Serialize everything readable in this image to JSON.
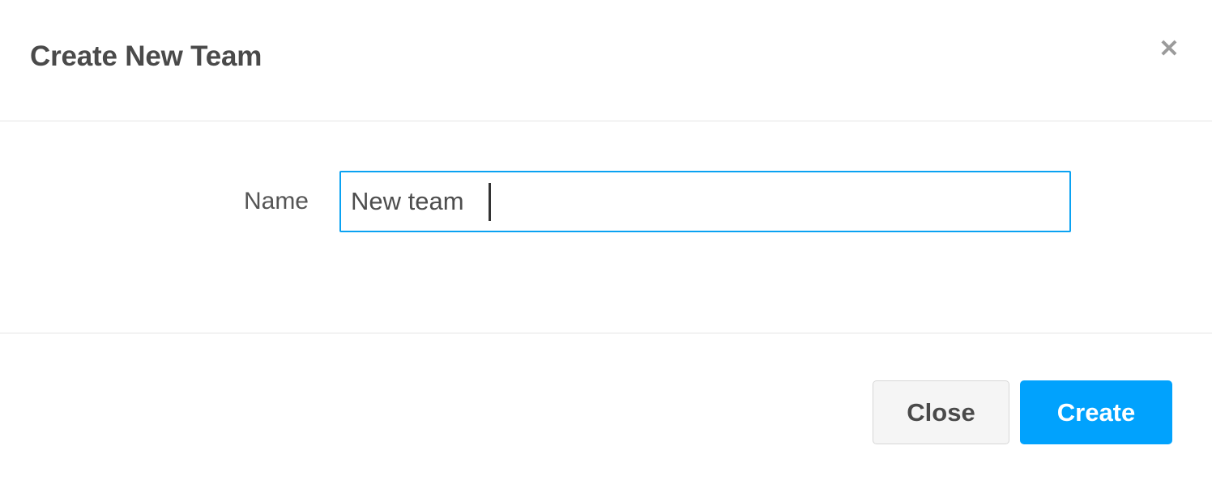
{
  "dialog": {
    "title": "Create New Team",
    "close_icon": "close-icon",
    "close_glyph": "✕"
  },
  "form": {
    "fields": [
      {
        "label": "Name",
        "value": "New team",
        "placeholder": "",
        "focused": true
      }
    ]
  },
  "footer": {
    "buttons": [
      {
        "label": "Close",
        "variant": "secondary"
      },
      {
        "label": "Create",
        "variant": "primary"
      }
    ]
  },
  "colors": {
    "accent": "#01a2fd",
    "focus_border": "#0aa2f2",
    "title_text": "#4a4a4a",
    "label_text": "#555555",
    "divider": "#e5e5e5",
    "secondary_button_bg": "#f5f5f5",
    "secondary_button_border": "#d6d6d6",
    "close_icon": "#9b9b9b",
    "background": "#ffffff"
  }
}
